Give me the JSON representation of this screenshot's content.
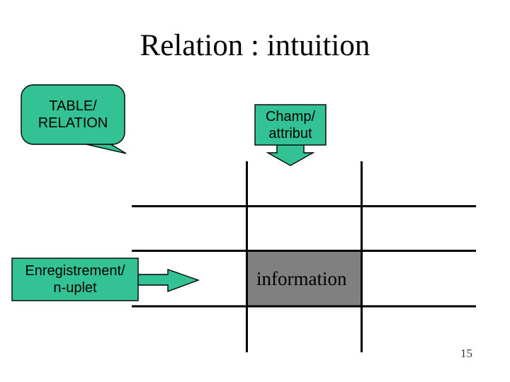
{
  "slide": {
    "title": "Relation : intuition",
    "page_number": "15"
  },
  "callouts": {
    "table_relation": {
      "line1": "TABLE/",
      "line2": "RELATION"
    },
    "champ_attribut": {
      "line1": "Champ/",
      "line2": "attribut"
    },
    "enregistrement_nuplet": {
      "line1": "Enregistrement/",
      "line2": "n-uplet"
    }
  },
  "table": {
    "highlighted_cell_text": "information"
  },
  "colors": {
    "callout_green": "#33c294",
    "cell_gray": "#808080",
    "ink": "#000000",
    "page_number_color": "#383838"
  }
}
